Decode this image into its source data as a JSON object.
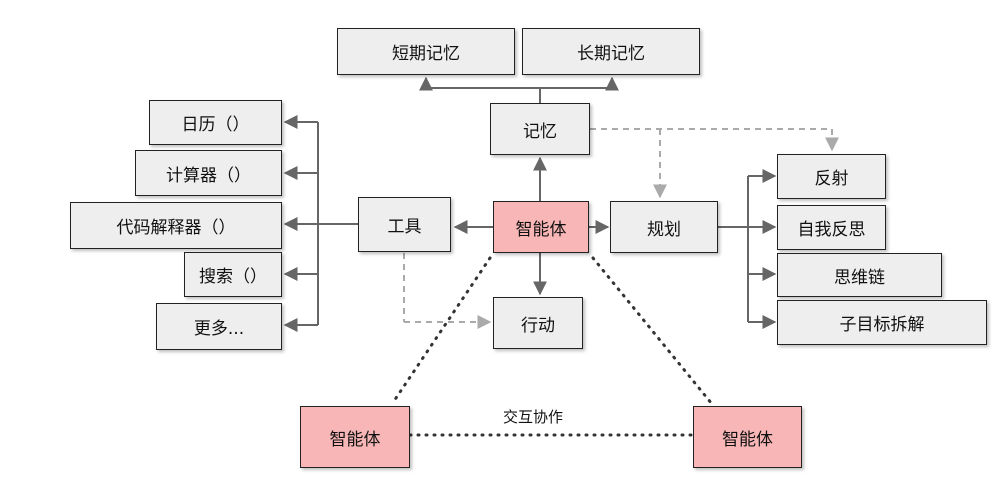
{
  "nodes": {
    "short_term_memory": "短期记忆",
    "long_term_memory": "长期记忆",
    "memory": "记忆",
    "calendar": "日历（）",
    "calculator": "计算器（）",
    "code_interpreter": "代码解释器（）",
    "search": "搜索（）",
    "more": "更多...",
    "tools": "工具",
    "agent_center": "智能体",
    "planning": "规划",
    "reflection": "反射",
    "self_critique": "自我反思",
    "chain_of_thought": "思维链",
    "subgoal_decomposition": "子目标拆解",
    "action": "行动",
    "agent_left": "智能体",
    "agent_right": "智能体"
  },
  "edge_labels": {
    "interaction": "交互协作"
  },
  "colors": {
    "box_fill": "#eeeeee",
    "agent_fill": "#f8b6b6",
    "arrow": "#666666",
    "dashed_arrow": "#aaaaaa",
    "dotted": "#333333"
  }
}
